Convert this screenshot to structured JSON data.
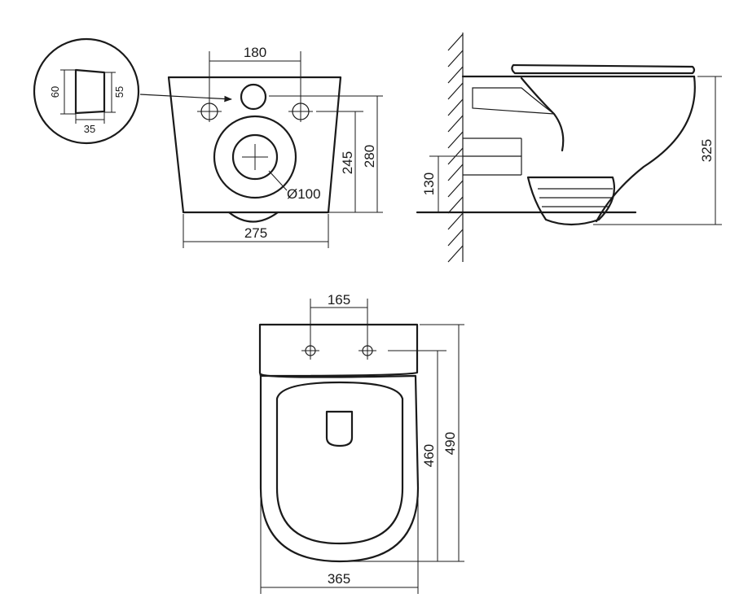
{
  "dimensions": {
    "detail_height_left": "60",
    "detail_height_right": "55",
    "detail_width": "35",
    "bolt_spacing_front": "180",
    "outlet_height": "245",
    "bolt_height": "280",
    "outlet_diameter": "Ø100",
    "front_width": "275",
    "inlet_height": "130",
    "total_height": "325",
    "bolt_spacing_top": "165",
    "length_to_bolts": "460",
    "total_length": "490",
    "top_width": "365"
  }
}
